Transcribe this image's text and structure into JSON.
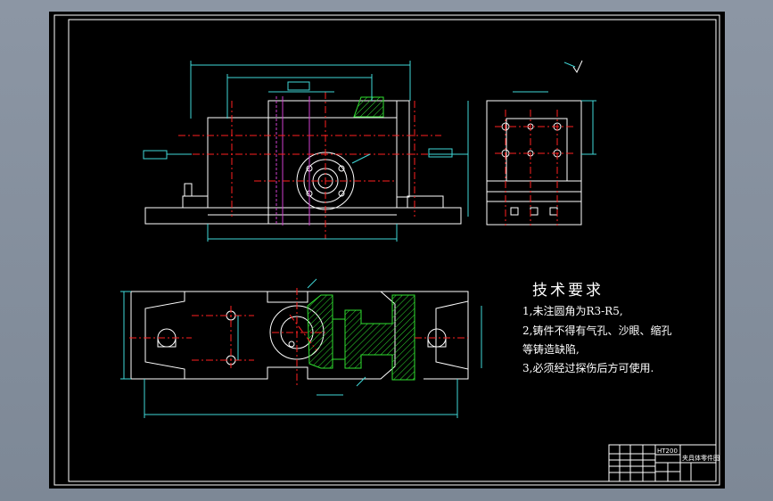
{
  "technical_requirements": {
    "title": "技术要求",
    "lines": [
      "1,未注圆角为R3-R5,",
      "2,铸件不得有气孔、沙眼、缩孔",
      "等铸造缺陷,",
      "3,必须经过探伤后方可使用."
    ]
  },
  "title_block": {
    "material": "HT200",
    "drawing_name": "夹具体零件图"
  },
  "colors": {
    "background": "#000000",
    "frame": "#ffffff",
    "outline": "#ffffff",
    "centerline": "#ff2020",
    "hatch": "#30e030",
    "dimension": "#40d8d8",
    "hidden": "#d040d0",
    "text": "#ffffff"
  }
}
